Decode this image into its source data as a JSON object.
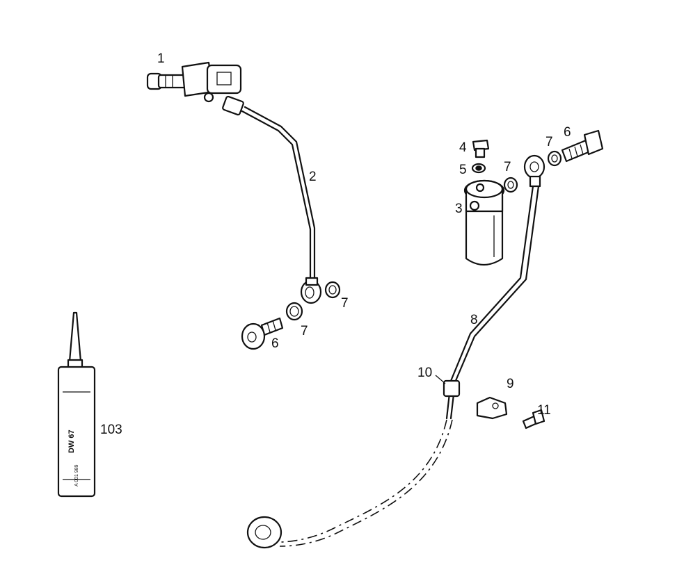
{
  "diagram": {
    "callouts": [
      {
        "id": "c1",
        "text": "1"
      },
      {
        "id": "c2",
        "text": "2"
      },
      {
        "id": "c3",
        "text": "3"
      },
      {
        "id": "c4",
        "text": "4"
      },
      {
        "id": "c5",
        "text": "5"
      },
      {
        "id": "c6a",
        "text": "6"
      },
      {
        "id": "c6b",
        "text": "6"
      },
      {
        "id": "c7a",
        "text": "7"
      },
      {
        "id": "c7b",
        "text": "7"
      },
      {
        "id": "c7c",
        "text": "7"
      },
      {
        "id": "c7d",
        "text": "7"
      },
      {
        "id": "c8",
        "text": "8"
      },
      {
        "id": "c9",
        "text": "9"
      },
      {
        "id": "c10",
        "text": "10"
      },
      {
        "id": "c11",
        "text": "11"
      },
      {
        "id": "c103",
        "text": "103"
      }
    ],
    "tube_label": "DW 67",
    "tube_code": "A 001 989"
  }
}
